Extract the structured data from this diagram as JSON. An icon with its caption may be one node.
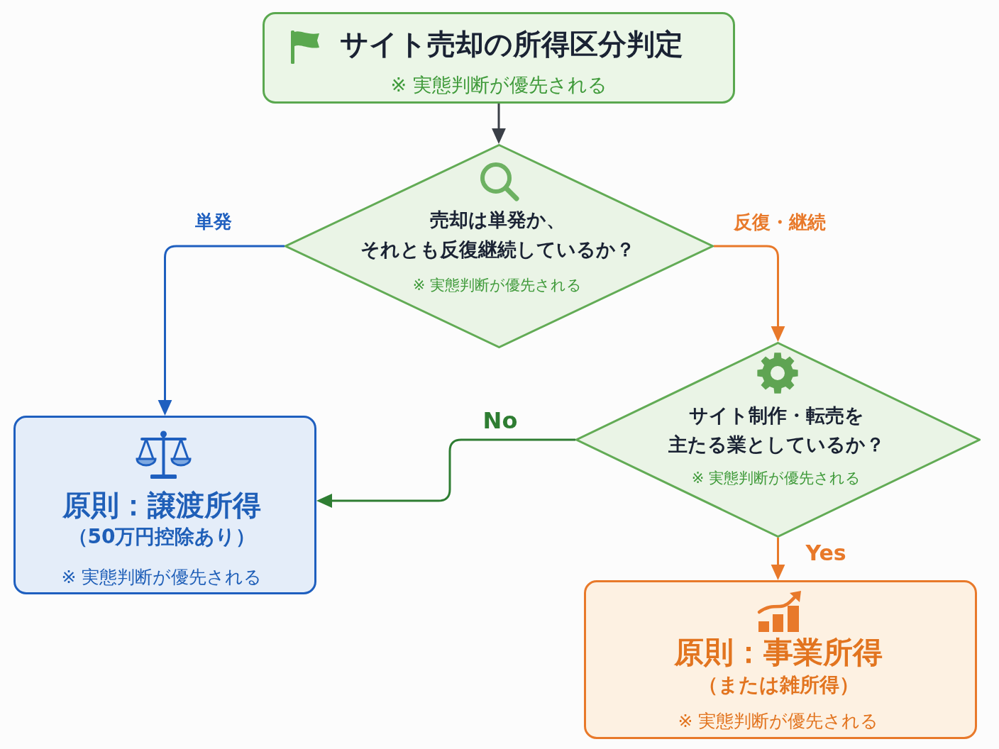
{
  "diagram": {
    "nodes": [
      {
        "text": [
          "サイト売却の所得区分判定",
          "※ 実態判断が優先される"
        ]
      },
      {
        "text": [
          "売却は単発か、それとも反復継続しているか？",
          "※ 実態判断が優先される"
        ]
      },
      {
        "text": [
          "サイト制作・転売を主たる業としているか？",
          "※ 実態判断が優先される"
        ]
      },
      {
        "text": [
          "原則：譲渡所得",
          "（50万円控除あり）",
          "※ 実態判断が優先される"
        ]
      },
      {
        "text": [
          "原則：事業所得",
          "（または雑所得）",
          "※ 実態判断が優先される"
        ]
      }
    ],
    "edges": [
      {
        "from": 0,
        "to": 1,
        "arrow": "to",
        "color": "#3a3f47"
      },
      {
        "from": 1,
        "to": 3,
        "arrow": "to",
        "label": "単発",
        "color": "#1e5fbf"
      },
      {
        "from": 1,
        "to": 2,
        "arrow": "to",
        "label": "反復・継続",
        "color": "#e8792a"
      },
      {
        "from": 2,
        "to": 3,
        "arrow": "to",
        "label": "No",
        "color": "#2e7d32"
      },
      {
        "from": 2,
        "to": 4,
        "arrow": "to",
        "label": "Yes",
        "color": "#e8792a"
      }
    ]
  }
}
